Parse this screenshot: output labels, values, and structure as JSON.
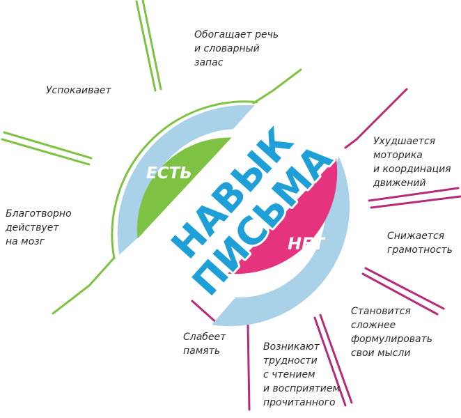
{
  "title": {
    "line1": "НАВЫК",
    "line2": "ПИСЬМА"
  },
  "yes": {
    "label": "ЕСТЬ",
    "items": [
      "Обогащает речь\nи словарный\nзапас",
      "Успокаивает",
      "Благотворно\nдействует\nна мозг"
    ]
  },
  "no": {
    "label": "НЕТ",
    "items": [
      "Ухудшается\nмоторика\nи координация\nдвижений",
      "Снижается\nграмотность",
      "Становится\nсложнее\nформулировать\nсвои мысли",
      "Возникают\nтрудности\nс чтением\nи восприятием\nпрочитанного",
      "Слабеет\nпамять"
    ]
  },
  "colors": {
    "green": "#7dc242",
    "pink": "#e6337e",
    "magenta_line": "#b62a7a",
    "light_blue": "#a9d2e8",
    "title_blue": "#1e9fd8",
    "text": "#2b2b2b"
  }
}
